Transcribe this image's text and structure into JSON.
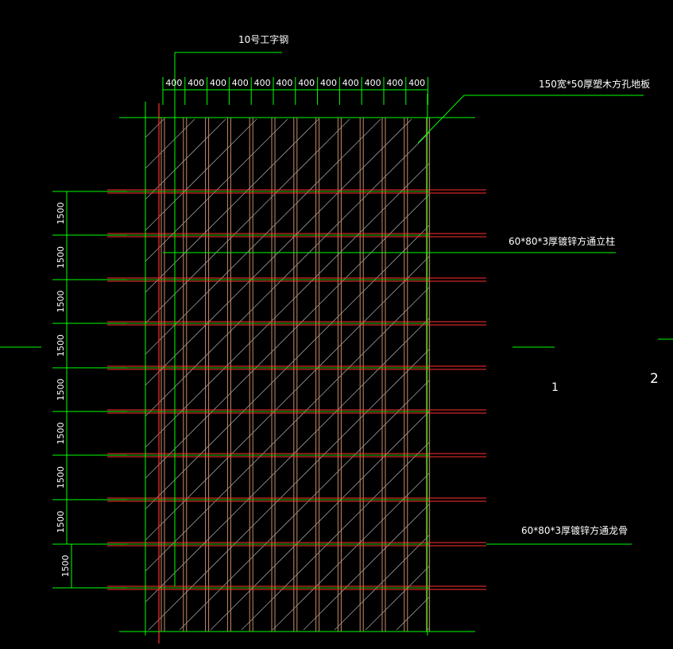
{
  "colors": {
    "background": "#000000",
    "dimension_line": "#00ff00",
    "beam": "#ff3030",
    "steel_column": "#c98a6a",
    "hatch": "#9a9a9a",
    "text": "#ffffff"
  },
  "top_dimensions": [
    "400",
    "400",
    "400",
    "400",
    "400",
    "400",
    "400",
    "400",
    "400",
    "400",
    "400",
    "400"
  ],
  "left_dimensions": [
    "1500",
    "1500",
    "1500",
    "1500",
    "1500",
    "1500",
    "1500",
    "1500",
    "1500"
  ],
  "labels": {
    "steel_beam": "10号工字钢",
    "floor_board": "150宽*50厚塑木方孔地板",
    "column": "60*80*3厚镀锌方通立柱",
    "keel": "60*80*3厚镀锌方通龙骨"
  },
  "markers": {
    "one": "1",
    "two": "2"
  }
}
